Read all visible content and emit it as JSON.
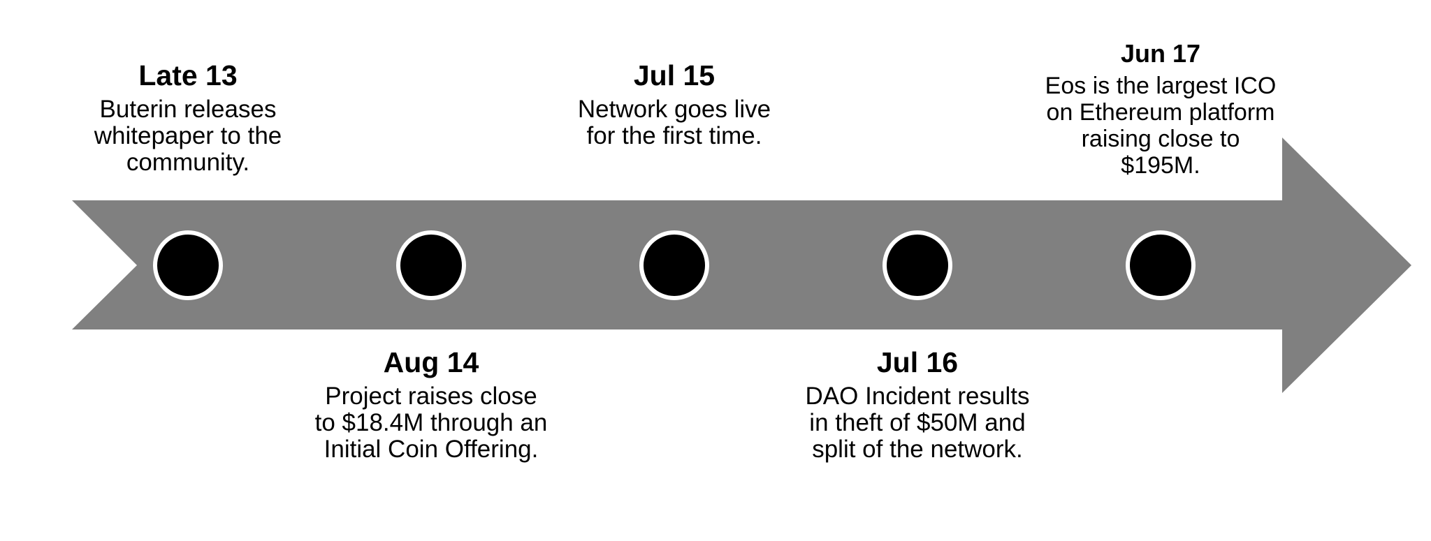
{
  "colors": {
    "arrow": "#808080",
    "marker_fill": "#000000",
    "marker_ring": "#ffffff",
    "text": "#000000"
  },
  "events": [
    {
      "date": "Late 13",
      "description": "Buterin releases whitepaper to the community.",
      "position": "above"
    },
    {
      "date": "Aug 14",
      "description": "Project raises close to $18.4M through an Initial Coin Offering.",
      "position": "below"
    },
    {
      "date": "Jul 15",
      "description": "Network goes live for the first time.",
      "position": "above"
    },
    {
      "date": "Jul 16",
      "description": "DAO Incident results in theft of $50M and split of the network.",
      "position": "below"
    },
    {
      "date": "Jun 17",
      "description": "Eos is the largest ICO on Ethereum platform raising close to $195M.",
      "position": "above"
    }
  ]
}
